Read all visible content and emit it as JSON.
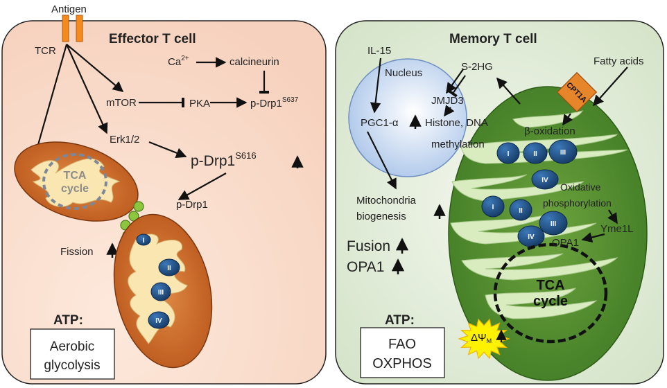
{
  "colors": {
    "effector_bg": "#f8dccb",
    "memory_bg": "#dde8d4",
    "mito_orange": "#c8621e",
    "mito_green": "#5b8f32",
    "crista_cream": "#f9e6b0",
    "crista_green": "#d9ecc0",
    "complex_blue": "#1f4f82",
    "nucleus_blue": "#c5d8f0",
    "cpt1a_orange": "#e7852a",
    "tcr_orange": "#f28a1e",
    "drp1_green": "#8cc63f",
    "burst_yellow": "#fff200"
  },
  "effector": {
    "title": "Effector T cell",
    "antigen": "Antigen",
    "tcr": "TCR",
    "ca": "Ca",
    "ca_sup": "2+",
    "calcineurin": "calcineurin",
    "mtor": "mTOR",
    "pka": "PKA",
    "pdrp1_637": "p-Drp1",
    "pdrp1_637_sup": "S637",
    "erk": "Erk1/2",
    "pdrp1_616": "p-Drp1",
    "pdrp1_616_sup": "S616",
    "tca_line1": "TCA",
    "tca_line2": "cycle",
    "pdrp1": "p-Drp1",
    "fission": "Fission",
    "atp": "ATP:",
    "atp_box_line1": "Aerobic",
    "atp_box_line2": "glycolysis",
    "complexes": [
      "I",
      "II",
      "III",
      "IV"
    ]
  },
  "memory": {
    "title": "Memory T cell",
    "il15": "IL-15",
    "nucleus": "Nucleus",
    "s2hg": "S-2HG",
    "jmjd3": "JMJD3",
    "pgc1a": "PGC1-α",
    "histone_line1": "Histone, DNA",
    "histone_line2": "methylation",
    "fatty_acids": "Fatty acids",
    "cpt1a": "CPT1A",
    "beta_ox": "β-oxidation",
    "mito_bio_line1": "Mitochondria",
    "mito_bio_line2": "biogenesis",
    "oxphos_line1": "Oxidative",
    "oxphos_line2": "phosphorylation",
    "yme1l": "Yme1L",
    "opa1_small": "OPA1",
    "fusion": "Fusion",
    "opa1": "OPA1",
    "tca_line1": "TCA",
    "tca_line2": "cycle",
    "atp": "ATP:",
    "atp_box_line1": "FAO",
    "atp_box_line2": "OXPHOS",
    "delta_psi": "ΔΨ",
    "delta_psi_sub": "M",
    "complexes": [
      "I",
      "II",
      "III",
      "IV"
    ]
  }
}
